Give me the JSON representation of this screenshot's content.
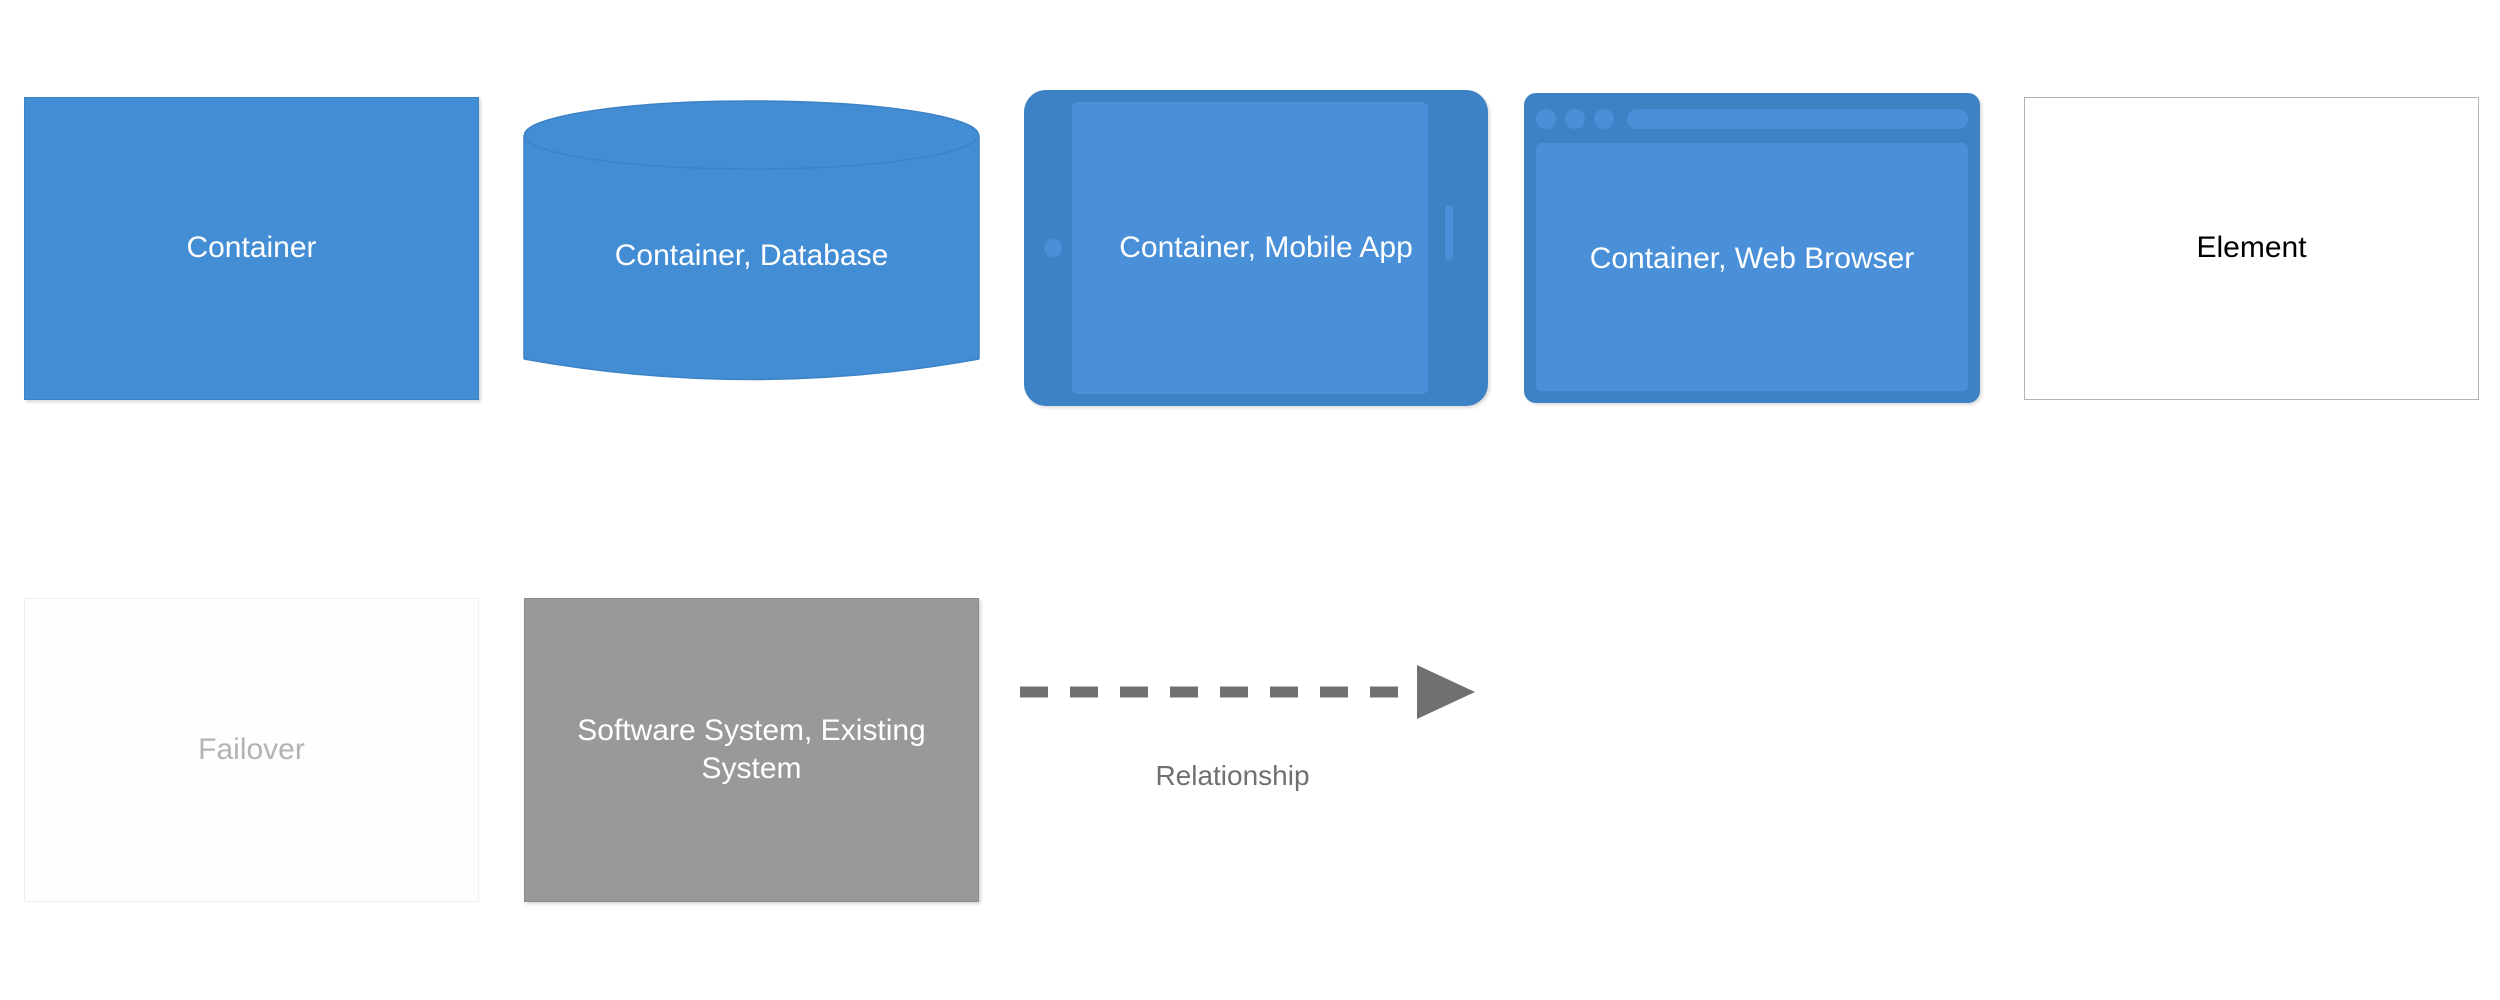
{
  "diagram": {
    "title": "C4 model legend / key",
    "background_color": "#ffffff",
    "nodes": [
      {
        "id": "container",
        "label": "Container",
        "shape": "rectangle",
        "fill_color": "#438DD5",
        "stroke_color": "#3C82C4",
        "text_color": "#ffffff"
      },
      {
        "id": "container-database",
        "label": "Container, Database",
        "shape": "cylinder",
        "fill_color": "#438DD5",
        "stroke_color": "#3C82C4",
        "text_color": "#ffffff"
      },
      {
        "id": "container-mobile-app",
        "label": "Container, Mobile App",
        "shape": "mobile-device",
        "fill_color": "#4A90D9",
        "frame_color": "#3C82C4",
        "text_color": "#ffffff"
      },
      {
        "id": "container-web-browser",
        "label": "Container, Web Browser",
        "shape": "web-browser",
        "fill_color": "#4A90D9",
        "frame_color": "#3C82C4",
        "text_color": "#ffffff"
      },
      {
        "id": "element",
        "label": "Element",
        "shape": "rectangle",
        "fill_color": "#ffffff",
        "stroke_color": "#B4B4B4",
        "text_color": "#000000"
      },
      {
        "id": "failover",
        "label": "Failover",
        "shape": "rectangle",
        "fill_color": "#FEFEFE",
        "stroke_color": "#EFEFEF",
        "text_color": "#B3B3B3"
      },
      {
        "id": "software-system-existing-system",
        "label": "Software System, Existing\nSystem",
        "shape": "rectangle",
        "fill_color": "#999999",
        "stroke_color": "#8A8A8A",
        "text_color": "#ffffff"
      }
    ],
    "relationship": {
      "label": "Relationship",
      "line_style": "dashed",
      "line_color": "#707070",
      "arrowhead": "solid-triangle",
      "text_color": "#707070"
    }
  }
}
